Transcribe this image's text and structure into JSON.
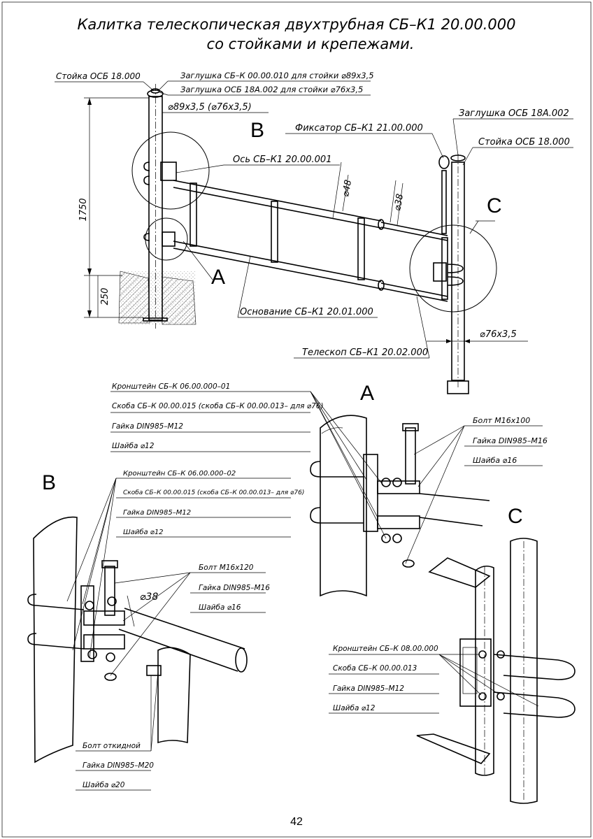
{
  "title": {
    "line1": "Калитка телескопическая двухтрубная СБ–К1 20.00.000",
    "line2": "со стойками и крепежами."
  },
  "main_view": {
    "post_left": "Стойка ОСБ 18.000",
    "cap1": "Заглушка СБ–К 00.00.010 для стойки ⌀89х3,5",
    "cap2": "Заглушка ОСБ 18А.002 для стойки ⌀76х3,5",
    "dia_post_left": "⌀89х3,5 (⌀76х3,5)",
    "axis": "Ось СБ–К1 20.00.001",
    "latch": "Фиксатор СБ–К1 21.00.000",
    "cap_right": "Заглушка ОСБ 18А.002",
    "post_right": "Стойка ОСБ 18.000",
    "dia_48": "⌀48",
    "dia_38": "⌀38",
    "height": "1750",
    "depth": "250",
    "base": "Основание СБ–К1 20.01.000",
    "telescope": "Телескоп СБ–К1 20.02.000",
    "dia_post_right": "⌀76х3,5",
    "callout_a": "A",
    "callout_b": "B",
    "callout_c": "C"
  },
  "detail_a": {
    "letter": "A",
    "items_left": [
      "Кронштейн СБ–К 06.00.000–01",
      "Скоба СБ–К 00.00.015 (скоба СБ–К 00.00.013– для ⌀76)",
      "Гайка DIN985–M12",
      "Шайба ⌀12"
    ],
    "items_right": [
      "Болт М16х100",
      "Гайка DIN985–M16",
      "Шайба ⌀16"
    ]
  },
  "detail_b": {
    "letter": "B",
    "items_left": [
      "Кронштейн СБ–К 06.00.000–02",
      "Скоба СБ–К 00.00.015 (скоба СБ–К 00.00.013– для ⌀76)",
      "Гайка DIN985–M12",
      "Шайба ⌀12"
    ],
    "items_right": [
      "Болт М16х120",
      "Гайка DIN985–M16",
      "Шайба ⌀16"
    ],
    "dia": "⌀38",
    "items_bottom": [
      "Болт откидной",
      "Гайка DIN985–M20",
      "Шайба ⌀20"
    ]
  },
  "detail_c": {
    "letter": "C",
    "items": [
      "Кронштейн СБ–К 08.00.000",
      "Скоба СБ–К 00.00.013",
      "Гайка DIN985–M12",
      "Шайба ⌀12"
    ]
  },
  "page_number": "42"
}
